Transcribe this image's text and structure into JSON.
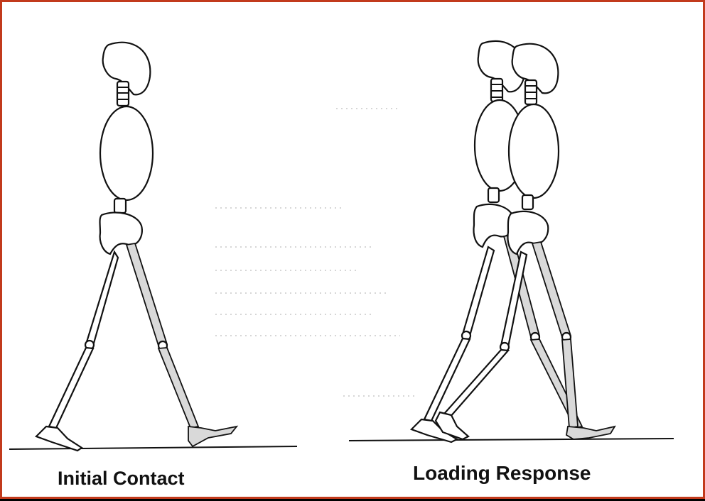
{
  "figure": {
    "panels": [
      {
        "id": "initial-contact",
        "caption": "Initial Contact"
      },
      {
        "id": "loading-response",
        "caption": "Loading Response"
      }
    ],
    "colors": {
      "frame": "#c23a1c",
      "background": "#ffffff",
      "ink": "#111111"
    }
  }
}
